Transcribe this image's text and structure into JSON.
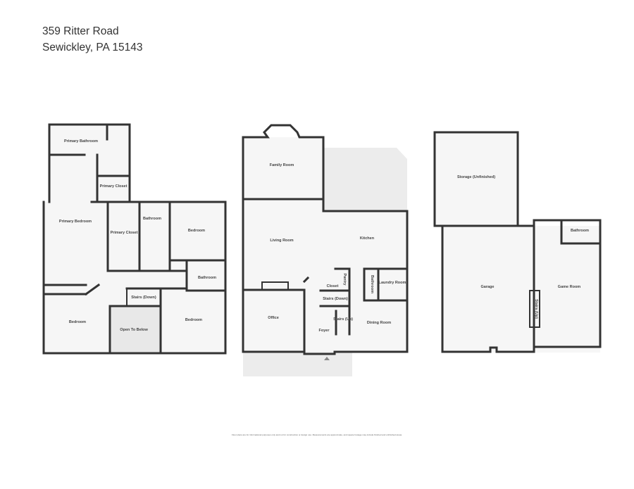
{
  "address": {
    "line1": "359 Ritter Road",
    "line2": "Sewickley, PA 15143"
  },
  "upper_floor": {
    "rooms": [
      "Primary Bathroom",
      "Primary Closet",
      "Primary Bedroom",
      "Primary Closet",
      "Bathroom",
      "Bedroom",
      "Bathroom",
      "Stairs (Down)",
      "Bedroom",
      "Open To Below",
      "Bedroom"
    ]
  },
  "main_floor": {
    "rooms": [
      "Family Room",
      "Living Room",
      "Kitchen",
      "Closet",
      "Pantry",
      "Bathroom",
      "Laundry Room",
      "Stairs (Down)",
      "Office",
      "Stairs (Up)",
      "Foyer",
      "Dining Room"
    ]
  },
  "lower_floor": {
    "rooms": [
      "Storage (Unfinished)",
      "Bathroom",
      "Garage",
      "Game Room",
      "Stairs (Up)"
    ]
  },
  "disclaimer": "Floor plans are for informational purposes only and not for construction or design use. Measurements are approximate, and square footage may include finished and unfinished areas."
}
